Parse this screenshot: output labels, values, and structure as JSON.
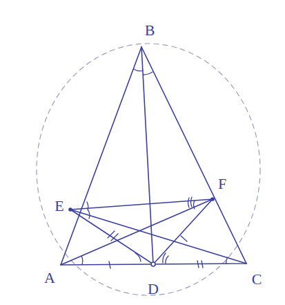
{
  "diagram": {
    "labels": [
      "B",
      "E",
      "F",
      "A",
      "D",
      "C"
    ]
  }
}
